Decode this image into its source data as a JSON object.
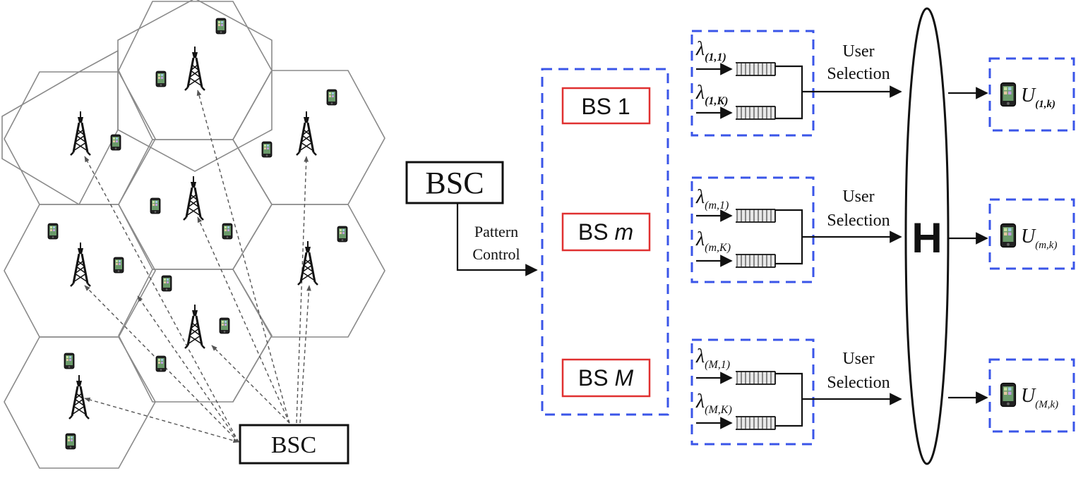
{
  "left": {
    "bsc_label": "BSC"
  },
  "right": {
    "bsc_label": "BSC",
    "pattern_control": [
      "Pattern",
      "Control"
    ],
    "base_stations": [
      "BS 1",
      "BS m",
      "BS M"
    ],
    "bs_prefix": "BS",
    "bs_suffixes": [
      "1",
      "m",
      "M"
    ],
    "user_selection": [
      "User",
      "Selection"
    ],
    "channel_label": "H",
    "groups": [
      {
        "arrival_top_main": "λ",
        "arrival_top_sub": "(1,1)",
        "arrival_bottom_main": "λ",
        "arrival_bottom_sub": "(1,K)",
        "user_main": "U",
        "user_sub": "(1,k)"
      },
      {
        "arrival_top_main": "λ",
        "arrival_top_sub": "(m,1)",
        "arrival_bottom_main": "λ",
        "arrival_bottom_sub": "(m,K)",
        "user_main": "U",
        "user_sub": "(m,k)"
      },
      {
        "arrival_top_main": "λ",
        "arrival_top_sub": "(M,1)",
        "arrival_bottom_main": "λ",
        "arrival_bottom_sub": "(M,K)",
        "user_main": "U",
        "user_sub": "(M,k)"
      }
    ]
  },
  "colors": {
    "dashed_box": "#3a55e8",
    "bs_box": "#e03030",
    "hex_stroke": "#8a8a8a"
  },
  "icons": [
    "tower-icon",
    "phone-icon"
  ]
}
